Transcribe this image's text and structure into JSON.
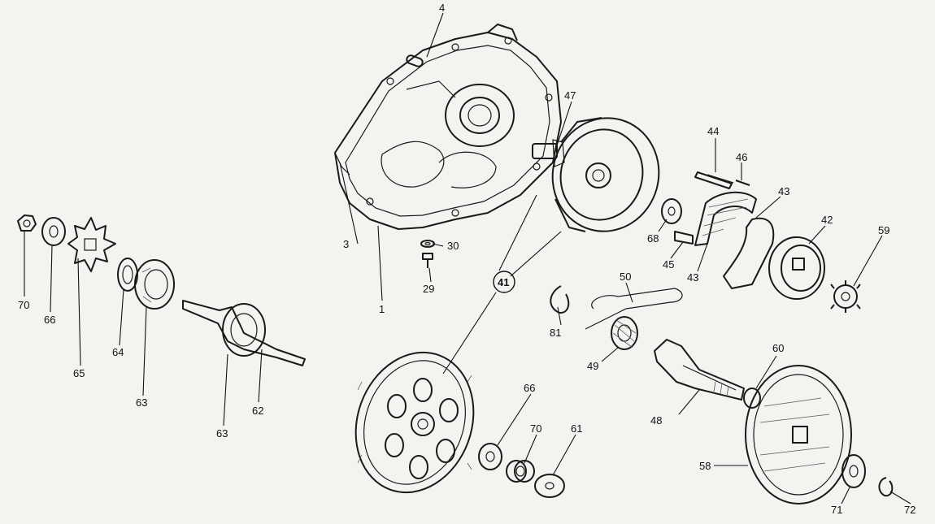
{
  "diagram": {
    "labels": {
      "p1": "1",
      "p3": "3",
      "p4": "4",
      "p29": "29",
      "p30": "30",
      "p41": "41",
      "p42": "42",
      "p43a": "43",
      "p43b": "43",
      "p44": "44",
      "p45": "45",
      "p46": "46",
      "p47": "47",
      "p48": "48",
      "p49": "49",
      "p50": "50",
      "p58": "58",
      "p59": "59",
      "p60": "60",
      "p61": "61",
      "p62": "62",
      "p63a": "63",
      "p63b": "63",
      "p64": "64",
      "p65": "65",
      "p66a": "66",
      "p66b": "66",
      "p68": "68",
      "p70a": "70",
      "p70b": "70",
      "p71": "71",
      "p72": "72",
      "p81": "81"
    }
  }
}
